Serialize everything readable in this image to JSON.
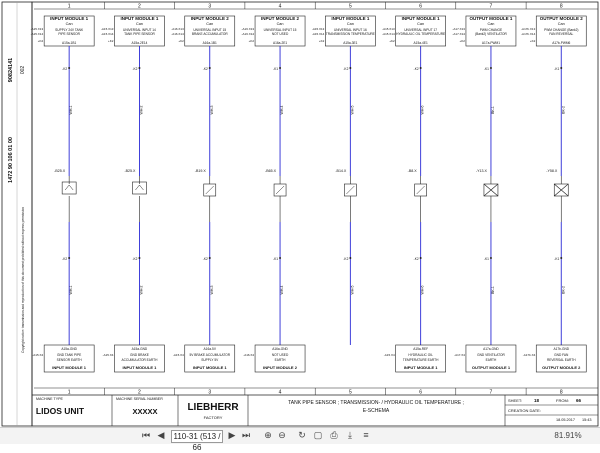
{
  "columns": [
    {
      "number": "1",
      "module": "INPUT MODULE 1",
      "signal": "Can",
      "addresses": [
        "-A15.X13",
        "-A15.X14"
      ],
      "description": "SUPPLY 24V TANK PIPE SENSOR",
      "bus_id": "A15a-1B1",
      "wire": "WH-1",
      "end_module": "INPUT MODULE 1",
      "end_addresses": [
        "-A15.X4"
      ],
      "end_description": "GND TANK PIPE SENSOR EARTH",
      "end_id": "A15a-GND",
      "component": "-B25.X",
      "pin": "-K2"
    },
    {
      "number": "2",
      "module": "INPUT MODULE 1",
      "signal": "Can",
      "addresses": [
        "-A15.X13",
        "-A15.X14"
      ],
      "description": "UNIVERSAL INPUT 14 TANK PIPE SENSOR",
      "bus_id": "A15a-2E14",
      "wire": "WH-2",
      "end_module": "INPUT MODULE 1",
      "end_addresses": [
        "-A15.X4"
      ],
      "end_description": "GND BRAKE ACCUMULATOR EARTH",
      "end_id": "A15a-GND",
      "component": "-B25.X",
      "pin": "-K2"
    },
    {
      "number": "3",
      "module": "INPUT MODULE 2",
      "signal": "Can",
      "addresses": [
        "-A16.X13",
        "-A16.X14"
      ],
      "description": "UNIVERSAL INPUT 15 BRAKE ACCUMULATOR",
      "bus_id": "A16a-1B1",
      "wire": "WH-3",
      "end_module": "INPUT MODULE 1",
      "end_addresses": [
        "-A15.X4"
      ],
      "end_description": "5V BRAKE ACCUMULATOR SUPPLY 5V",
      "end_id": "A16a-5V",
      "component": "-B19.X",
      "pin": "-K2"
    },
    {
      "number": "4",
      "module": "INPUT MODULE 2",
      "signal": "Can",
      "addresses": [
        "-A16.X13",
        "-A16.X14"
      ],
      "description": "UNIVERSAL INPUT 15 NOT USED",
      "bus_id": "A16a-2E1",
      "wire": "WH-4",
      "end_module": "INPUT MODULE 2",
      "end_addresses": [
        "-A16.X4"
      ],
      "end_description": "NOT USED EARTH",
      "end_id": "A16a-GND",
      "component": "-B65.X",
      "pin": "-K1"
    },
    {
      "number": "5",
      "module": "INPUT MODULE 1",
      "signal": "Can",
      "addresses": [
        "-A15.X13",
        "-A15.X14"
      ],
      "description": "UNIVERSAL INPUT 16 TRANSMISSION TEMPERATURE",
      "bus_id": "A15a-3E1",
      "wire": "WH-5",
      "end_module": "",
      "end_addresses": [],
      "end_description": "",
      "end_id": "",
      "component": "-B14.X",
      "pin": "-K2"
    },
    {
      "number": "6",
      "module": "INPUT MODULE 1",
      "signal": "Can",
      "addresses": [
        "-A15.X13",
        "-A15.X14"
      ],
      "description": "UNIVERSAL INPUT 17 HYDRAULIC OIL TEMPERATURE",
      "bus_id": "A15a-4E1",
      "wire": "WH-6",
      "end_module": "INPUT MODULE 1",
      "end_addresses": [
        "-A15.X4"
      ],
      "end_description": "HYDRAULIC OIL TEMPERATURE EARTH",
      "end_id": "A15a-REF",
      "component": "-B8.X",
      "pin": "-K2"
    },
    {
      "number": "7",
      "module": "OUTPUT MODULE 1",
      "signal": "Can",
      "addresses": [
        "-A17.X13",
        "-A17.X14"
      ],
      "description": "PWM CHANGE (Bank2) VENTILATOR",
      "bus_id": "A17a-PWM1",
      "wire": "BK-1",
      "end_module": "OUTPUT MODULE 1",
      "end_addresses": [
        "-A17.X4"
      ],
      "end_description": "GND VENTILATOR EARTH",
      "end_id": "A17a-GND",
      "component": "-Y13.X",
      "pin": "-K1"
    },
    {
      "number": "8",
      "module": "OUTPUT MODULE 2",
      "signal": "Can",
      "addresses": [
        "-A17b.X13",
        "-A17b.X14"
      ],
      "description": "PWM CHANGE (Bank2) FAN REVERSAL",
      "bus_id": "A17b-PWM6",
      "wire": "BK-2",
      "end_module": "OUTPUT MODULE 2",
      "end_addresses": [
        "-A17b.X4"
      ],
      "end_description": "GND FAN REVERSAL EARTH",
      "end_id": "A17b-GND",
      "component": "-Y58.X",
      "pin": "-K1"
    }
  ],
  "side_info": {
    "top_code": "90824141",
    "rev": "002",
    "drawing_number": "1472 90 106 01 00",
    "note": "Copyright notice: transmission and reproduction of this document prohibited without express permission"
  },
  "title_block": {
    "machine_type_label": "MACHINE TYPE",
    "machine_type": "LIDOS UNIT",
    "serial_label": "MACHINE SERIAL NUMBER",
    "serial": "XXXXX",
    "brand": "LIEBHERR",
    "factory": "FACTORY",
    "title_line1": "TANK PIPE SENSOR ; TRANSMISSION- / HYDRAULIC OIL TEMPERATURE ;",
    "title_line2": "E-SCHEMA",
    "sheet_label": "SHEET:",
    "sheet": "18",
    "from_label": "FROM:",
    "from": "66",
    "creation_label": "CREATION DATE:",
    "creation_date": "18.05.2017",
    "creation_time": "15:43"
  },
  "viewer": {
    "page_field": "110-31 (513 / 66",
    "zoom": "81.91%"
  },
  "colors": {
    "wire": "#2b2bd6",
    "border": "#222222",
    "box_fill": "#ffffff"
  }
}
